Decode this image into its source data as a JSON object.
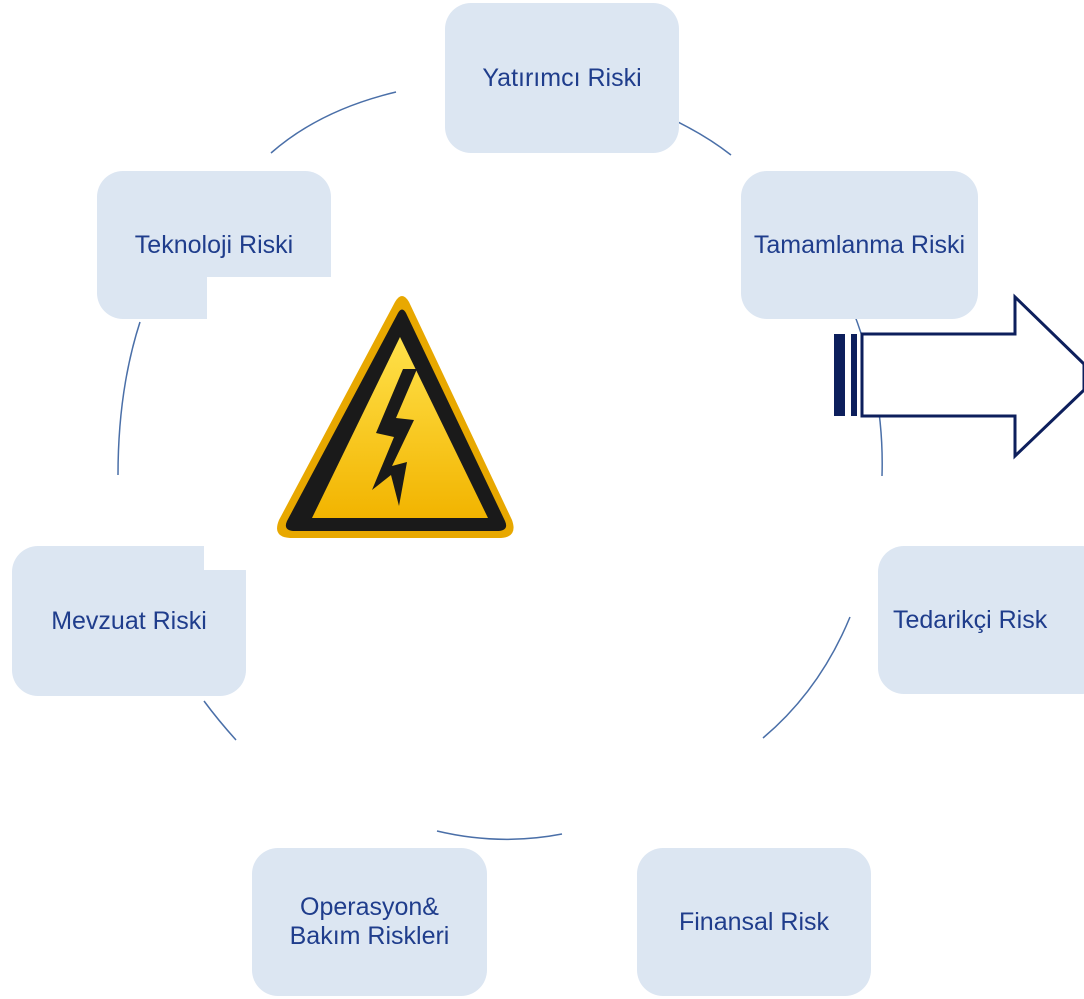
{
  "nodes": {
    "investor": "Yatırımcı Riski",
    "completion": "Tamamlanma Riski",
    "supplier": "Tedarikçi Risk",
    "financial": "Finansal Risk",
    "operation": "Operasyon&\nBakım Riskleri",
    "regulation": "Mevzuat Riski",
    "technology": "Teknoloji Riski"
  },
  "icons": {
    "center": "high-voltage-warning-icon",
    "right": "right-arrow-icon"
  },
  "colors": {
    "node_fill": "#dce6f2",
    "node_text": "#1f3d8c",
    "connector": "#4a6fa8",
    "arrow_outline": "#0d1f5c",
    "warning_yellow": "#f5c400"
  }
}
